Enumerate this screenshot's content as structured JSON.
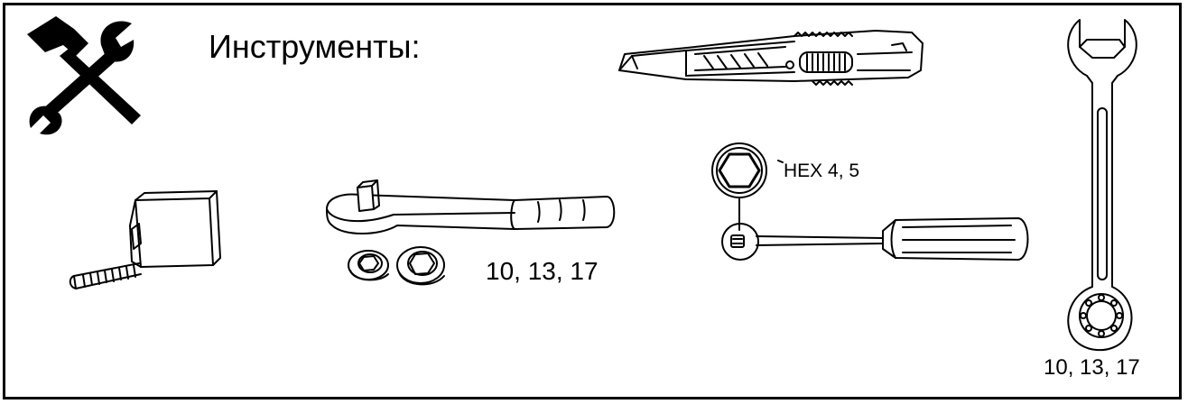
{
  "title": "Инструменты:",
  "hex_label": "HEX 4, 5",
  "ratchet_sizes": "10, 13, 17",
  "wrench_sizes": "10, 13, 17",
  "icons": [
    "tools-icon",
    "utility-knife-icon",
    "combination-wrench-icon",
    "tape-measure-icon",
    "ratchet-icon",
    "socket-icon",
    "hex-key-icon",
    "screwdriver-icon"
  ],
  "colors": {
    "line": "#000000",
    "background": "#ffffff"
  }
}
